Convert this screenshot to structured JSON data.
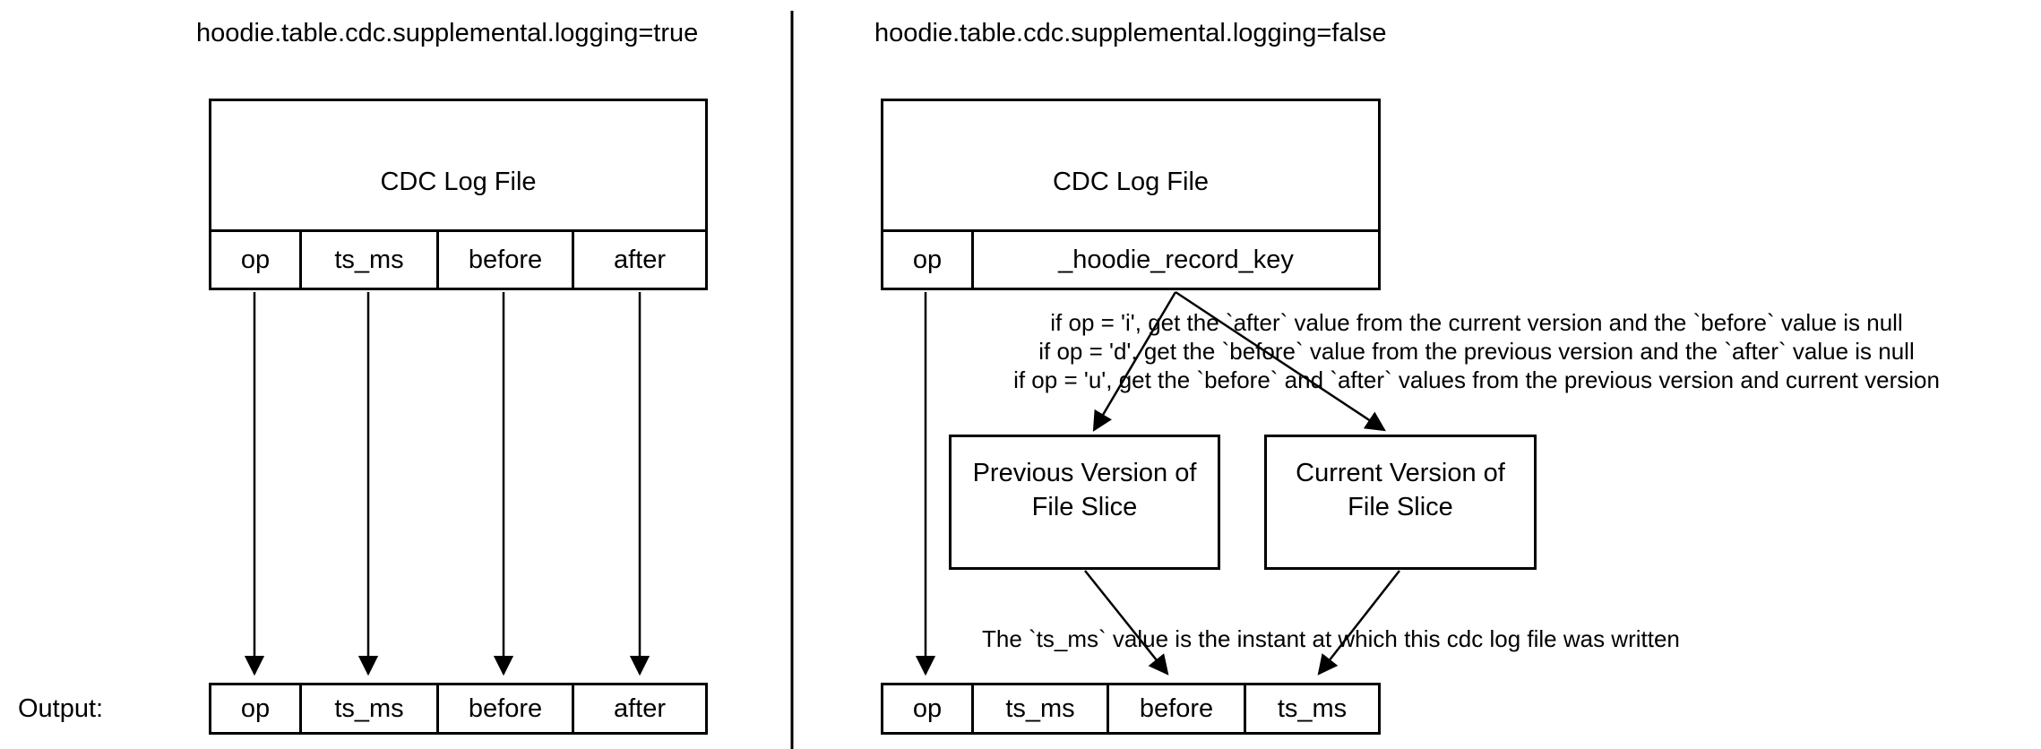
{
  "left": {
    "title": "hoodie.table.cdc.supplemental.logging=true",
    "log_file": {
      "label": "CDC Log File",
      "columns": [
        "op",
        "ts_ms",
        "before",
        "after"
      ]
    },
    "output_label": "Output:",
    "output_columns": [
      "op",
      "ts_ms",
      "before",
      "after"
    ]
  },
  "right": {
    "title": "hoodie.table.cdc.supplemental.logging=false",
    "log_file": {
      "label": "CDC Log File",
      "columns": [
        "op",
        "_hoodie_record_key"
      ]
    },
    "conditions": [
      "if op = 'i', get the `after` value from the current version and the `before` value is null",
      "if op = 'd', get the `before` value from the previous version  and the `after` value is null",
      "if op = 'u', get the `before` and `after` values from the previous version and current version"
    ],
    "previous_box": {
      "line1": "Previous Version of",
      "line2": "File Slice"
    },
    "current_box": {
      "line1": "Current Version of",
      "line2": "File Slice"
    },
    "note": "The `ts_ms` value is the instant at which this cdc log file was written",
    "output_columns": [
      "op",
      "ts_ms",
      "before",
      "ts_ms"
    ]
  },
  "colors": {
    "line": "#000000",
    "background": "#ffffff"
  }
}
